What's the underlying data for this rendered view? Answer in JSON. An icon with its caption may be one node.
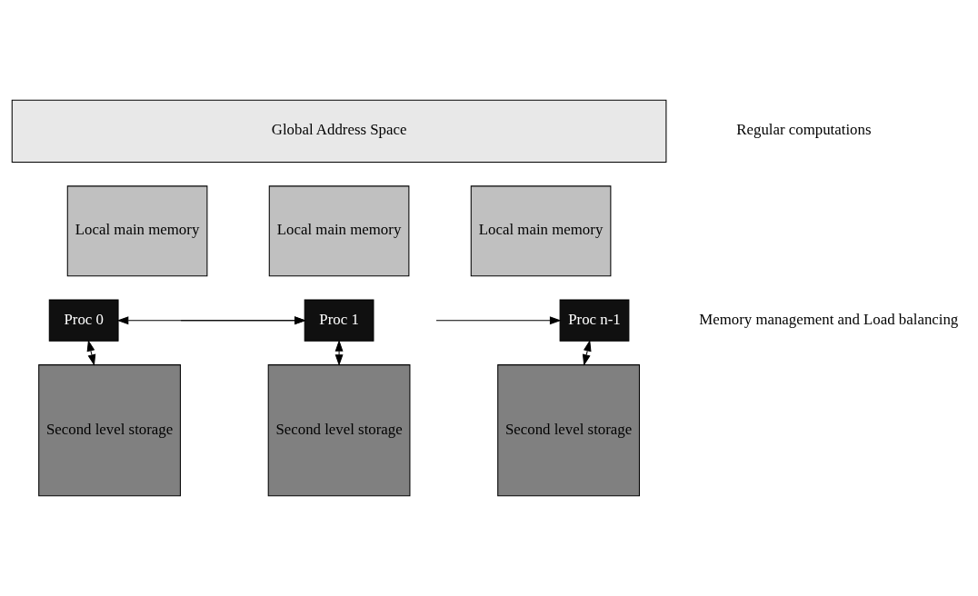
{
  "diagram": {
    "nodes": [
      {
        "text": [
          "Global Address Space"
        ]
      },
      {
        "text": [
          "Local main memory"
        ]
      },
      {
        "text": [
          "Local main memory"
        ]
      },
      {
        "text": [
          "Local main memory"
        ]
      },
      {
        "text": [
          "Proc 0"
        ]
      },
      {
        "text": [
          "Proc 1"
        ]
      },
      {
        "text": [
          "Proc n-1"
        ]
      },
      {
        "text": [
          "Second level storage"
        ]
      },
      {
        "text": [
          "Second level storage"
        ]
      },
      {
        "text": [
          "Second level storage"
        ]
      }
    ],
    "edges": [
      {
        "from": 4,
        "to": 5,
        "arrow": "both"
      },
      {
        "from": null,
        "to": 5,
        "arrow": "to"
      },
      {
        "from": null,
        "to": 6,
        "arrow": "to"
      },
      {
        "from": 4,
        "to": 7,
        "arrow": "both"
      },
      {
        "from": 5,
        "to": 8,
        "arrow": "both"
      },
      {
        "from": 6,
        "to": 9,
        "arrow": "both"
      }
    ],
    "labels": [
      "Regular computations",
      "Memory management and Load balancing"
    ]
  }
}
